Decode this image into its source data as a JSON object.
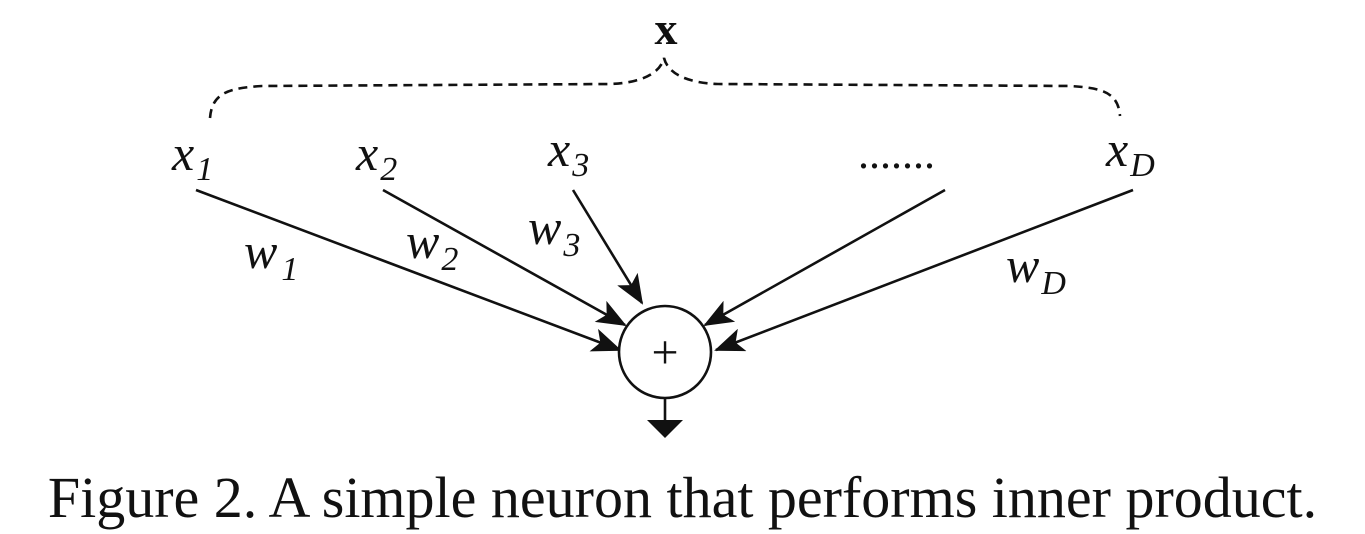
{
  "vector_label": "x",
  "inputs": [
    {
      "base": "x",
      "sub": "1"
    },
    {
      "base": "x",
      "sub": "2"
    },
    {
      "base": "x",
      "sub": "3"
    },
    {
      "base": "",
      "sub": "",
      "text": "......."
    },
    {
      "base": "x",
      "sub": "D"
    }
  ],
  "weights": [
    {
      "base": "w",
      "sub": "1"
    },
    {
      "base": "w",
      "sub": "2"
    },
    {
      "base": "w",
      "sub": "3"
    },
    {
      "base": "w",
      "sub": "D"
    }
  ],
  "node_symbol": "+",
  "caption": "Figure 2. A simple neuron that performs inner product."
}
